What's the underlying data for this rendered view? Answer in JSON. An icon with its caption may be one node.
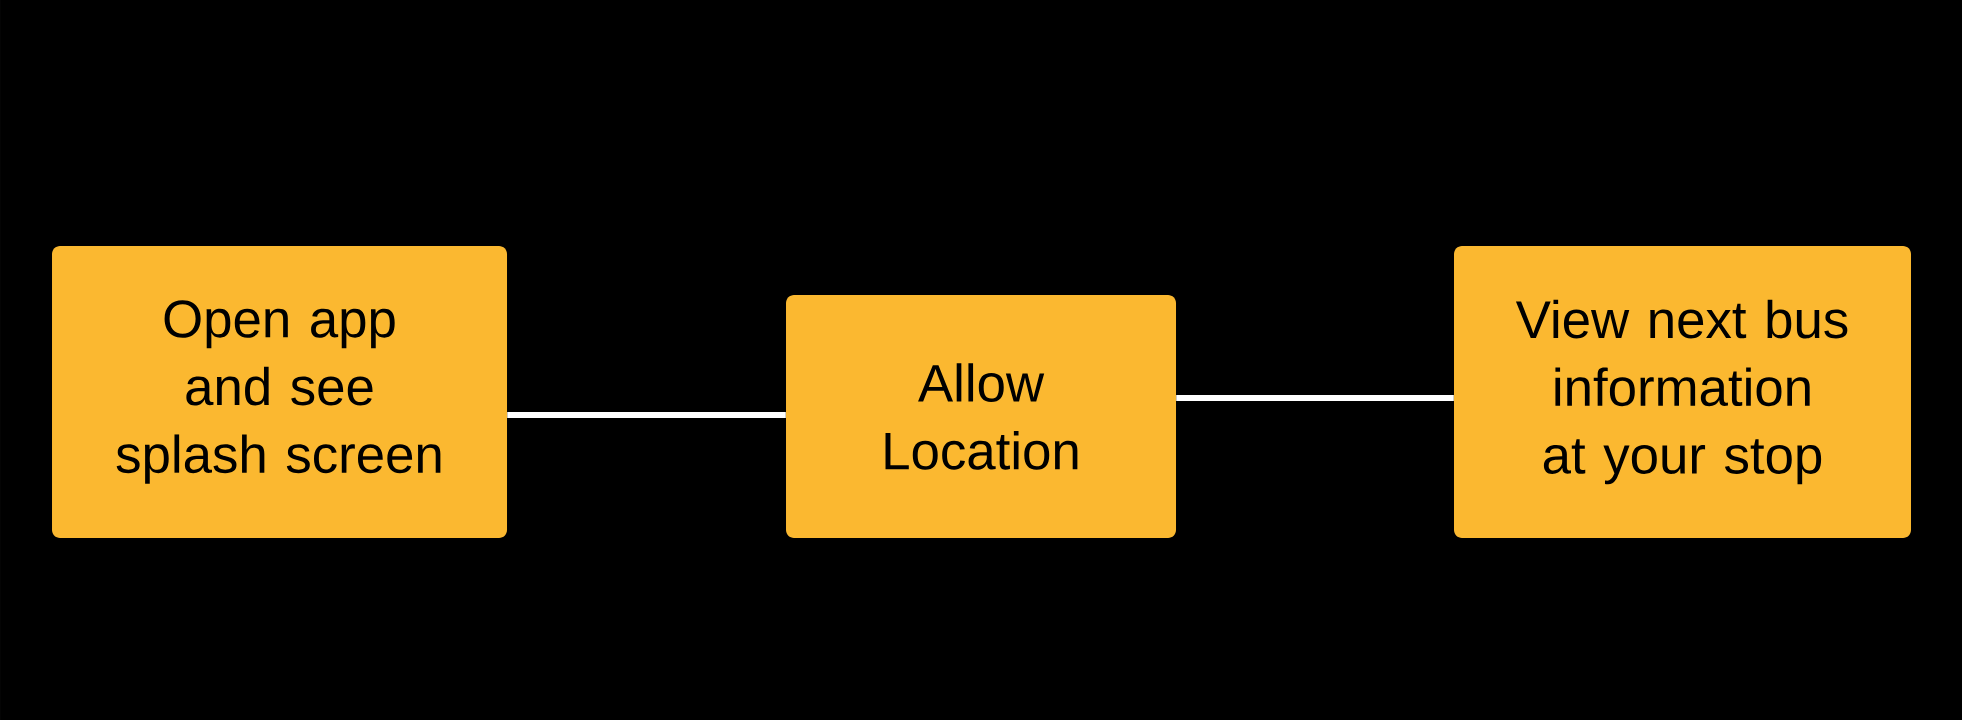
{
  "diagram": {
    "nodes": [
      {
        "text": [
          "Open app and see splash screen"
        ]
      },
      {
        "text": [
          "Allow Location"
        ]
      },
      {
        "text": [
          "View next bus information at your stop"
        ]
      }
    ],
    "edges": [
      {
        "from": 0,
        "to": 1,
        "arrow": "none"
      },
      {
        "from": 1,
        "to": 2,
        "arrow": "none"
      }
    ]
  }
}
